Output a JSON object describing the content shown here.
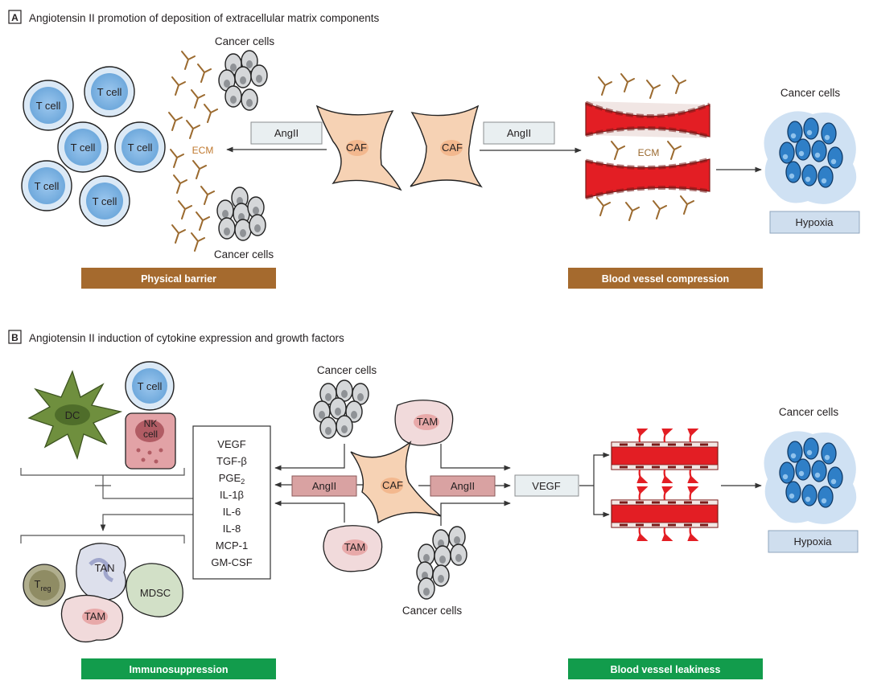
{
  "panel_a": {
    "letter": "A",
    "title": "Angiotensin II promotion of deposition of extracellular matrix components",
    "t_cell": "T cell",
    "cancer_cells": "Cancer cells",
    "ecm": "ECM",
    "angii": "AngII",
    "caf": "CAF",
    "hypoxia": "Hypoxia",
    "physical_barrier": "Physical barrier",
    "blood_vessel_compression": "Blood vessel compression"
  },
  "panel_b": {
    "letter": "B",
    "title": "Angiotensin II induction of cytokine expression and growth factors",
    "dc": "DC",
    "t_cell": "T cell",
    "nk_1": "NK",
    "nk_2": "cell",
    "cytokines": [
      "VEGF",
      "TGF-β",
      "PGE",
      "IL-1β",
      "IL-6",
      "IL-8",
      "MCP-1",
      "GM-CSF"
    ],
    "pge_sub": "2",
    "angii": "AngII",
    "caf": "CAF",
    "tam": "TAM",
    "tan": "TAN",
    "mdsc": "MDSC",
    "treg": "T",
    "treg_sub": "reg",
    "cancer_cells": "Cancer cells",
    "vegf": "VEGF",
    "hypoxia": "Hypoxia",
    "immunosuppression": "Immunosuppression",
    "blood_vessel_leakiness": "Blood vessel leakiness"
  },
  "colors": {
    "brown_banner": "#a56a2e",
    "green_banner": "#129c4c",
    "vessel_red": "#e31e24",
    "ecm_fiber": "#9b6a2f",
    "caf_fill": "#f6d2b4",
    "t_cell_blue": "#7fb4e2",
    "hypoxia_box": "#cfdeee",
    "cytokine_tag": "#d9a2a2"
  }
}
